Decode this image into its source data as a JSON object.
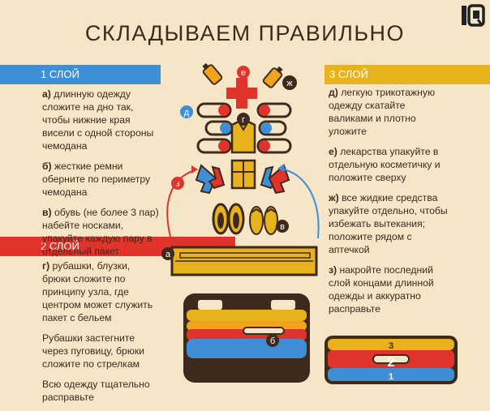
{
  "title": "СКЛАДЫВАЕМ ПРАВИЛЬНО",
  "colors": {
    "background": "#f6e6c8",
    "blue": "#3f8fd6",
    "red": "#e0332b",
    "yellow": "#e8b21c",
    "orange": "#f0a41b",
    "brown": "#3d2a1c",
    "text": "#3d2a1c"
  },
  "layer1": {
    "label": "1 СЛОЙ",
    "items": [
      {
        "key": "а)",
        "text": "длинную одежду сложите на дно так, чтобы нижние края висели с одной стороны чемодана"
      },
      {
        "key": "б)",
        "text": "жесткие ремни оберните по периметру чемодана"
      },
      {
        "key": "в)",
        "text": "обувь (не более 3 пар) набейте носками, упакуйте каждую пару в отдельный пакет"
      }
    ]
  },
  "layer2": {
    "label": "2 СЛОЙ",
    "items": [
      {
        "key": "г)",
        "text": "рубашки, блузки, брюки сложите по принципу узла, где центром может служить пакет с бельем"
      },
      {
        "key": "",
        "text": "Рубашки застегните через пуговицу, брюки сложите по стрелкам"
      },
      {
        "key": "",
        "text": "Всю одежду тщательно расправьте"
      }
    ]
  },
  "layer3": {
    "label": "3 СЛОЙ",
    "items": [
      {
        "key": "д)",
        "text": "легкую трикотажную одежду скатайте валиками и плотно уложите"
      },
      {
        "key": "е)",
        "text": "лекарства упакуйте в отдельную косметичку и положите сверху"
      },
      {
        "key": "ж)",
        "text": "все жидкие средства упакуйте отдельно, чтобы избежать вытекания; положите рядом с аптечкой"
      },
      {
        "key": "з)",
        "text": "накройте последний слой концами длинной одежды и аккуратно расправьте"
      }
    ]
  },
  "markers": {
    "a": "а",
    "b": "б",
    "v": "в",
    "g": "г",
    "d": "д",
    "e": "е",
    "zh": "ж",
    "z": "з"
  },
  "stack_numbers": {
    "top": "3",
    "middle": "2",
    "bottom": "1"
  },
  "icons": [
    "logo-icon",
    "bottle-icon",
    "first-aid-cross-icon",
    "rolled-clothes-icon",
    "shirt-icon",
    "folded-clothes-icon",
    "socks-icon",
    "shoes-icon",
    "flip-flops-icon",
    "suitcase-icon",
    "arrow-icon"
  ]
}
